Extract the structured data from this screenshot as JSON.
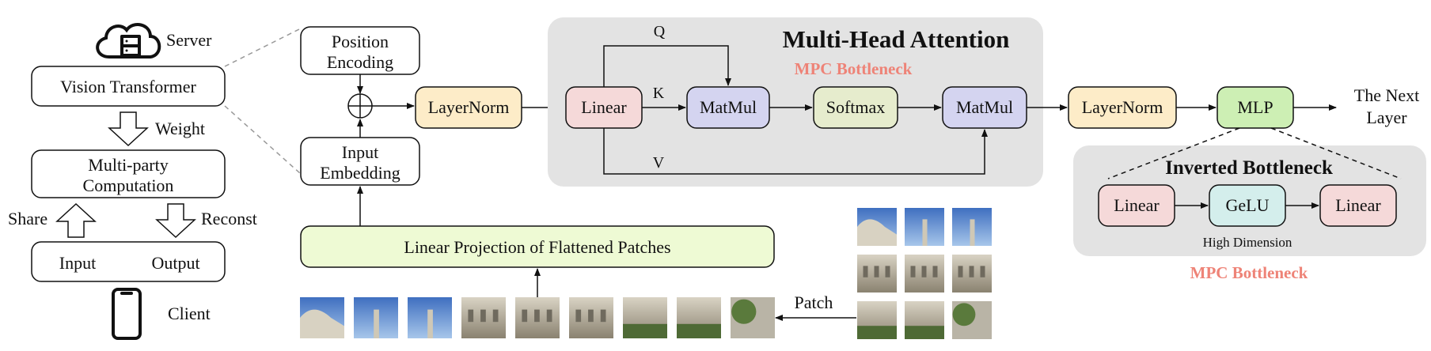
{
  "left_panel": {
    "server_label": "Server",
    "vit_box": "Vision Transformer",
    "weight_label": "Weight",
    "mpc_box_line1": "Multi-party",
    "mpc_box_line2": "Computation",
    "share_label": "Share",
    "reconst_label": "Reconst",
    "input_label": "Input",
    "output_label": "Output",
    "client_label": "Client"
  },
  "vit": {
    "position_encoding_line1": "Position",
    "position_encoding_line2": "Encoding",
    "input_embedding_line1": "Input",
    "input_embedding_line2": "Embedding",
    "linear_projection": "Linear Projection of Flattened Patches",
    "layernorm1": "LayerNorm",
    "layernorm2": "LayerNorm",
    "mlp": "MLP",
    "next_layer_line1": "The Next",
    "next_layer_line2": "Layer",
    "patch_label": "Patch"
  },
  "attention": {
    "title": "Multi-Head Attention",
    "bottleneck_label": "MPC Bottleneck",
    "linear": "Linear",
    "matmul1": "MatMul",
    "softmax": "Softmax",
    "matmul2": "MatMul",
    "q_label": "Q",
    "k_label": "K",
    "v_label": "V"
  },
  "inverted": {
    "title": "Inverted Bottleneck",
    "linear1": "Linear",
    "gelu": "GeLU",
    "linear2": "Linear",
    "dimension_label": "High Dimension",
    "bottleneck_label": "MPC Bottleneck"
  },
  "colors": {
    "layernorm_fill": "#fdecc8",
    "linear_fill": "#f5d9d9",
    "matmul_fill": "#d4d4f0",
    "softmax_fill": "#e6eccd",
    "mlp_fill": "#cdefb4",
    "gelu_fill": "#d4eeec",
    "projection_fill": "#eefad4",
    "panel_fill": "#e3e3e3",
    "bottleneck_text": "#ee8377"
  },
  "icons": {
    "server": "cloud-server-icon",
    "client": "smartphone-icon"
  }
}
